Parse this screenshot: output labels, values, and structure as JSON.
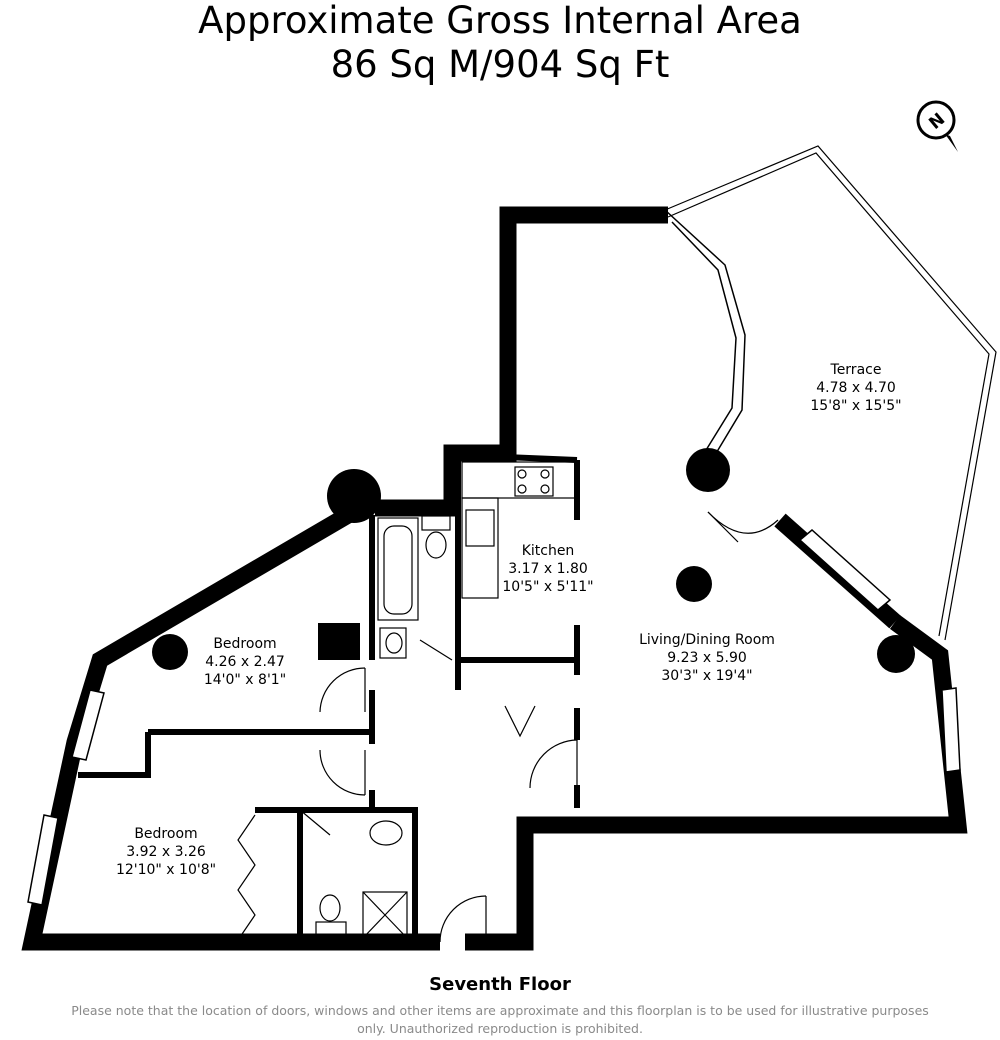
{
  "header": {
    "title_line1": "Approximate Gross Internal Area",
    "title_line2": "86 Sq M/904 Sq Ft"
  },
  "compass": {
    "icon": "north-arrow-icon",
    "label": "N"
  },
  "rooms": {
    "terrace": {
      "name": "Terrace",
      "metric": "4.78 x 4.70",
      "imperial": "15'8\" x 15'5\""
    },
    "kitchen": {
      "name": "Kitchen",
      "metric": "3.17 x 1.80",
      "imperial": "10'5\" x 5'11\""
    },
    "living": {
      "name": "Living/Dining Room",
      "metric": "9.23 x 5.90",
      "imperial": "30'3\" x 19'4\""
    },
    "bedroom1": {
      "name": "Bedroom",
      "metric": "4.26 x 2.47",
      "imperial": "14'0\" x 8'1\""
    },
    "bedroom2": {
      "name": "Bedroom",
      "metric": "3.92 x 3.26",
      "imperial": "12'10\" x 10'8\""
    }
  },
  "footer": {
    "floor_label": "Seventh Floor",
    "disclaimer": "Please note that the location of doors, windows and other items are approximate and this floorplan is to be used for illustrative purposes only. Unauthorized reproduction is prohibited."
  },
  "colors": {
    "wall": "#000000",
    "background": "#ffffff",
    "disclaimer": "#8a8a8a"
  }
}
